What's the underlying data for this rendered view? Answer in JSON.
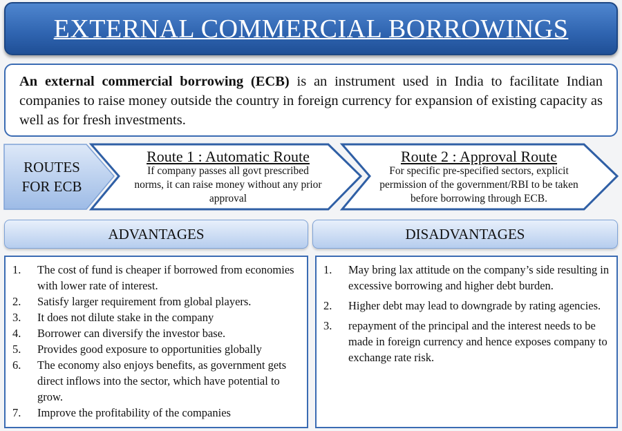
{
  "title": "EXTERNAL COMMERCIAL BORROWINGS",
  "definition": {
    "bold": "An external commercial borrowing (ECB)",
    "rest": " is an instrument used in India to facilitate Indian companies to raise money outside the country in foreign currency for expansion of existing capacity as well as for fresh investments."
  },
  "routes": {
    "label": [
      "ROUTES",
      "FOR ECB"
    ],
    "route1": {
      "title": "Route 1 : Automatic Route",
      "text": "If company passes all govt prescribed norms, it can raise money without any prior approval"
    },
    "route2": {
      "title": "Route 2 : Approval Route",
      "text": "For specific pre-specified sectors, explicit permission of the government/RBI to be taken before borrowing through ECB."
    }
  },
  "advantages": {
    "header": "ADVANTAGES",
    "items": [
      {
        "n": "1.",
        "text": "The cost of fund is cheaper if borrowed from economies with lower rate of interest."
      },
      {
        "n": "2.",
        "text": "Satisfy larger requirement from global players."
      },
      {
        "n": "3.",
        "text": "It does not dilute stake in the company"
      },
      {
        "n": "4.",
        "text": "Borrower can diversify the investor base."
      },
      {
        "n": "5.",
        "text": "Provides good exposure to opportunities globally"
      },
      {
        "n": "6.",
        "text": "The economy also enjoys benefits, as government gets direct inflows into the sector, which have potential to grow."
      },
      {
        "n": "7.",
        "text": "Improve the profitability of the companies"
      }
    ]
  },
  "disadvantages": {
    "header": "DISADVANTAGES",
    "items": [
      {
        "n": "1.",
        "text": "May bring lax attitude on the company’s side resulting in excessive borrowing and higher debt burden."
      },
      {
        "n": "2.",
        "text": "Higher debt may lead to downgrade by rating agencies."
      },
      {
        "n": "3.",
        "text": "repayment of the principal and the interest needs to be made in foreign currency and hence exposes company to exchange rate risk."
      }
    ]
  }
}
